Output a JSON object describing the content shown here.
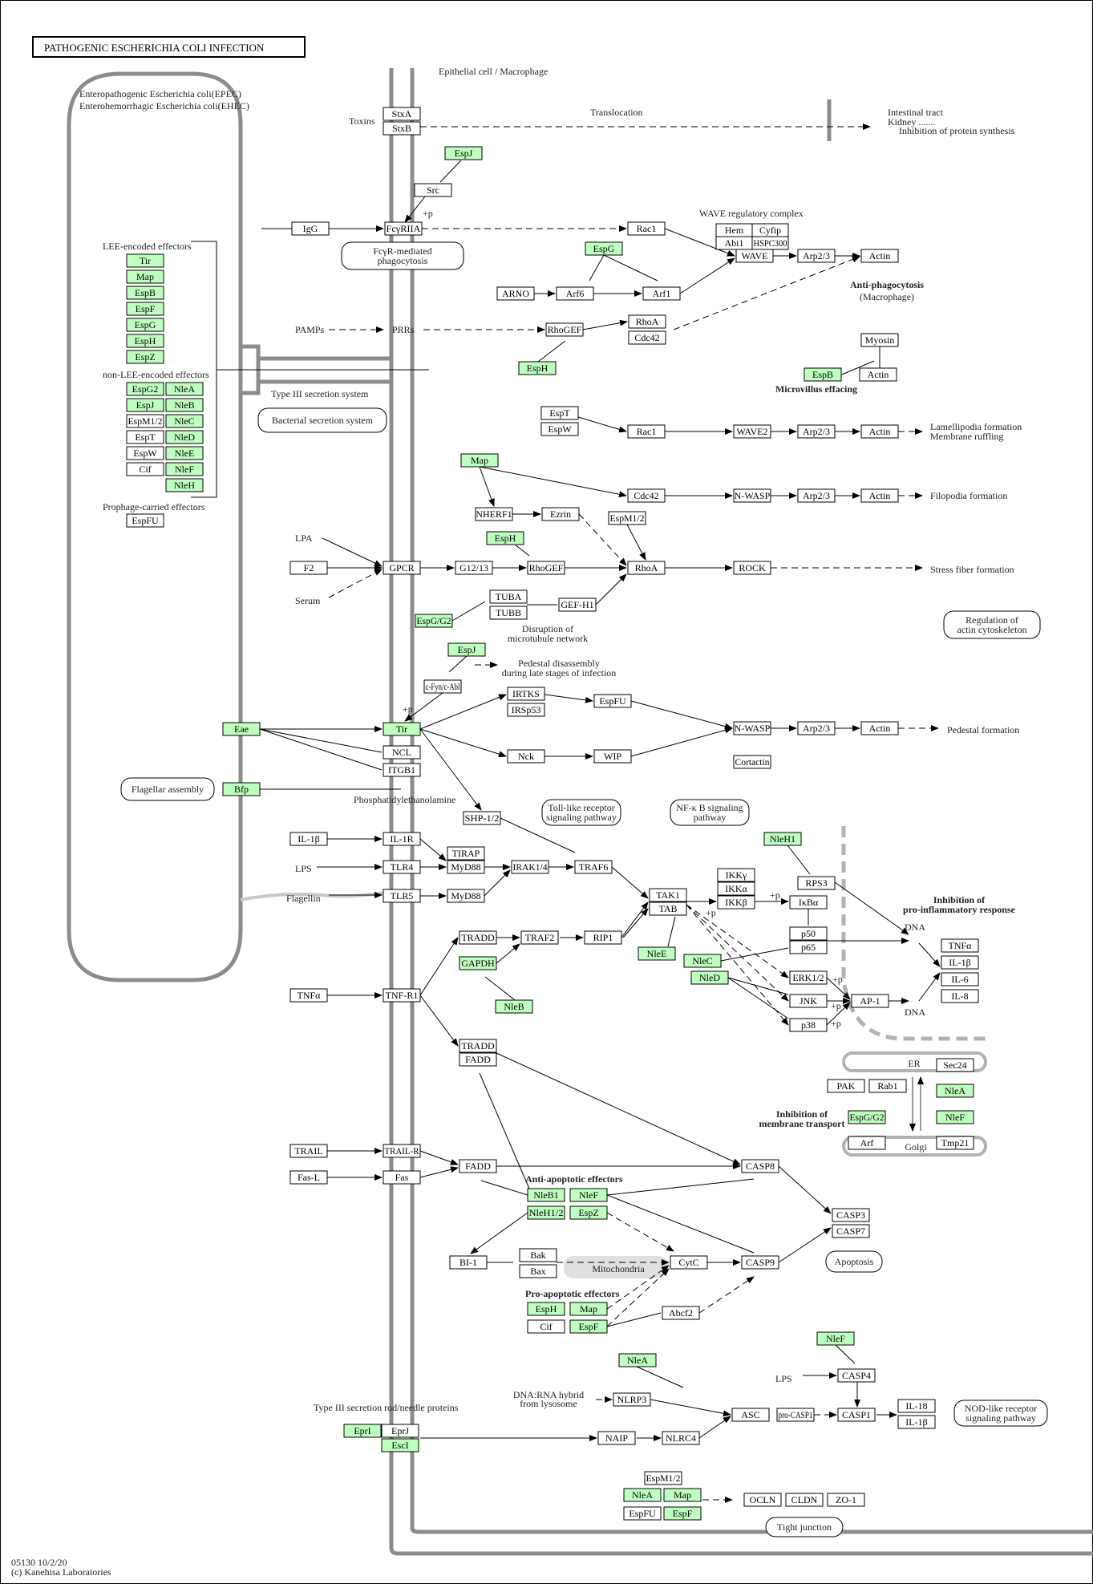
{
  "title": "PATHOGENIC ESCHERICHIA COLI INFECTION",
  "footer": {
    "code": "05130 10/2/20",
    "copyright": "(c) Kanehisa Laboratories"
  },
  "colors": {
    "effector": "#bfffbf",
    "host": "#ffffff",
    "membrane": "#8c8c8c",
    "organelle": "#b3b3b3"
  },
  "labels": [
    {
      "id": "epec",
      "text": "Enteropathogenic Escherichia coli(EPEC)"
    },
    {
      "id": "ehec",
      "text": "Enterohemorrhagic Escherichia coli(EHEC)"
    },
    {
      "id": "cell",
      "text": "Epithelial cell / Macrophage"
    },
    {
      "id": "toxins",
      "text": "Toxins"
    },
    {
      "id": "transloc",
      "text": "Translocation"
    },
    {
      "id": "intestinal",
      "text": "Intestinal tract"
    },
    {
      "id": "kidney",
      "text": "Kidney ......."
    },
    {
      "id": "inhib-prot",
      "text": "Inhibition of protein synthesis"
    },
    {
      "id": "wave-complex",
      "text": "WAVE regulatory complex"
    },
    {
      "id": "anti-phago",
      "text": "Anti-phagocytosis"
    },
    {
      "id": "macrophage",
      "text": "(Macrophage)"
    },
    {
      "id": "lee",
      "text": "LEE-encoded effectors"
    },
    {
      "id": "nonlee",
      "text": "non-LEE-encoded effectors"
    },
    {
      "id": "prophage",
      "text": "Prophage-carried effectors"
    },
    {
      "id": "pamps",
      "text": "PAMPs"
    },
    {
      "id": "prrs",
      "text": "PRRs"
    },
    {
      "id": "t3ss",
      "text": "Type III secretion system"
    },
    {
      "id": "microvillus",
      "text": "Microvillus effacing"
    },
    {
      "id": "lamelli",
      "text": "Lamellipodia formation"
    },
    {
      "id": "ruffling",
      "text": "Membrane ruffling"
    },
    {
      "id": "filopodia",
      "text": "Filopodia formation"
    },
    {
      "id": "lpa",
      "text": "LPA"
    },
    {
      "id": "serum",
      "text": "Serum"
    },
    {
      "id": "stress",
      "text": "Stress fiber formation"
    },
    {
      "id": "disrupt1",
      "text": "Disruption of"
    },
    {
      "id": "disrupt2",
      "text": "microtubule network"
    },
    {
      "id": "pedestal-dis1",
      "text": "Pedestal disassembly"
    },
    {
      "id": "pedestal-dis2",
      "text": "during late stages of infection"
    },
    {
      "id": "pedestal",
      "text": "Pedestal formation"
    },
    {
      "id": "phosphat",
      "text": "Phosphatidylethanolamine"
    },
    {
      "id": "lps1",
      "text": "LPS"
    },
    {
      "id": "flagellin",
      "text": "Flagellin"
    },
    {
      "id": "inhib-inflam1",
      "text": "Inhibition of"
    },
    {
      "id": "inhib-inflam2",
      "text": "pro-inflammatory response"
    },
    {
      "id": "dna1",
      "text": "DNA"
    },
    {
      "id": "dna2",
      "text": "DNA"
    },
    {
      "id": "er",
      "text": "ER"
    },
    {
      "id": "golgi",
      "text": "Golgi"
    },
    {
      "id": "inhib-mem1",
      "text": "Inhibition of"
    },
    {
      "id": "inhib-mem2",
      "text": "membrane transport"
    },
    {
      "id": "anti-apop",
      "text": "Anti-apoptotic effectors"
    },
    {
      "id": "pro-apop",
      "text": "Pro-apoptotic effectors"
    },
    {
      "id": "mito",
      "text": "Mitochondria"
    },
    {
      "id": "t3-needle",
      "text": "Type III secretion rod/needle proteins"
    },
    {
      "id": "dnarna1",
      "text": "DNA:RNA hybrid"
    },
    {
      "id": "dnarna2",
      "text": "from lysosome"
    },
    {
      "id": "lps2",
      "text": "LPS"
    },
    {
      "id": "p1",
      "text": "+p"
    },
    {
      "id": "p2",
      "text": "+p"
    },
    {
      "id": "p3",
      "text": "+p"
    },
    {
      "id": "p4",
      "text": "+p"
    },
    {
      "id": "p5",
      "text": "+p"
    },
    {
      "id": "p6",
      "text": "+p"
    },
    {
      "id": "p7",
      "text": "+p"
    }
  ],
  "pathways": [
    {
      "id": "fcyr",
      "lines": [
        "FcγR-mediated",
        "phagocytosis"
      ]
    },
    {
      "id": "bss",
      "lines": [
        "Bacterial secretion system"
      ]
    },
    {
      "id": "ractin",
      "lines": [
        "Regulation of",
        "actin cytoskeleton"
      ]
    },
    {
      "id": "flag",
      "lines": [
        "Flagellar assembly"
      ]
    },
    {
      "id": "tlr",
      "lines": [
        "Toll-like receptor",
        "signaling pathway"
      ]
    },
    {
      "id": "nfkb",
      "lines": [
        "NF-κ B signaling",
        "pathway"
      ]
    },
    {
      "id": "apop",
      "lines": [
        "Apoptosis"
      ]
    },
    {
      "id": "nod",
      "lines": [
        "NOD-like receptor",
        "signaling pathway"
      ]
    },
    {
      "id": "tight",
      "lines": [
        "Tight junction"
      ]
    }
  ],
  "nodes": [
    {
      "id": "stxa",
      "label": "StxA",
      "eff": false
    },
    {
      "id": "stxb",
      "label": "StxB",
      "eff": false
    },
    {
      "id": "espj1",
      "label": "EspJ",
      "eff": true
    },
    {
      "id": "src",
      "label": "Src",
      "eff": false
    },
    {
      "id": "igg",
      "label": "IgG",
      "eff": false
    },
    {
      "id": "fcyriia",
      "label": "FcγRIIA",
      "eff": false
    },
    {
      "id": "rac1a",
      "label": "Rac1",
      "eff": false
    },
    {
      "id": "hem",
      "label": "Hem",
      "eff": false
    },
    {
      "id": "cyfip",
      "label": "Cyfip",
      "eff": false
    },
    {
      "id": "abi1",
      "label": "Abi1",
      "eff": false
    },
    {
      "id": "hspc",
      "label": "HSPC300",
      "eff": false
    },
    {
      "id": "wave",
      "label": "WAVE",
      "eff": false
    },
    {
      "id": "arp1",
      "label": "Arp2/3",
      "eff": false
    },
    {
      "id": "actin1",
      "label": "Actin",
      "eff": false
    },
    {
      "id": "espg1",
      "label": "EspG",
      "eff": true
    },
    {
      "id": "arno",
      "label": "ARNO",
      "eff": false
    },
    {
      "id": "arf6",
      "label": "Arf6",
      "eff": false
    },
    {
      "id": "arf1",
      "label": "Arf1",
      "eff": false
    },
    {
      "id": "lee-tir",
      "label": "Tir",
      "eff": true
    },
    {
      "id": "lee-map",
      "label": "Map",
      "eff": true
    },
    {
      "id": "lee-espb",
      "label": "EspB",
      "eff": true
    },
    {
      "id": "lee-espf",
      "label": "EspF",
      "eff": true
    },
    {
      "id": "lee-espg",
      "label": "EspG",
      "eff": true
    },
    {
      "id": "lee-esph",
      "label": "EspH",
      "eff": true
    },
    {
      "id": "lee-espz",
      "label": "EspZ",
      "eff": true
    },
    {
      "id": "nl-espg2",
      "label": "EspG2",
      "eff": true
    },
    {
      "id": "nl-nlea",
      "label": "NleA",
      "eff": true
    },
    {
      "id": "nl-espj",
      "label": "EspJ",
      "eff": true
    },
    {
      "id": "nl-nleb",
      "label": "NleB",
      "eff": true
    },
    {
      "id": "nl-espm",
      "label": "EspM1/2",
      "eff": false
    },
    {
      "id": "nl-nlec",
      "label": "NleC",
      "eff": true
    },
    {
      "id": "nl-espt",
      "label": "EspT",
      "eff": false
    },
    {
      "id": "nl-nled",
      "label": "NleD",
      "eff": true
    },
    {
      "id": "nl-espw",
      "label": "EspW",
      "eff": false
    },
    {
      "id": "nl-nlee",
      "label": "NleE",
      "eff": true
    },
    {
      "id": "nl-cif",
      "label": "Cif",
      "eff": false
    },
    {
      "id": "nl-nlef",
      "label": "NleF",
      "eff": true
    },
    {
      "id": "nl-nleh",
      "label": "NleH",
      "eff": true
    },
    {
      "id": "pr-espfu",
      "label": "EspFU",
      "eff": false
    },
    {
      "id": "rhogef1",
      "label": "RhoGEF",
      "eff": false
    },
    {
      "id": "rhoa1",
      "label": "RhoA",
      "eff": false
    },
    {
      "id": "cdc42a",
      "label": "Cdc42",
      "eff": false
    },
    {
      "id": "esph1",
      "label": "EspH",
      "eff": true
    },
    {
      "id": "myosin",
      "label": "Myosin",
      "eff": false
    },
    {
      "id": "actin2",
      "label": "Actin",
      "eff": false
    },
    {
      "id": "espb1",
      "label": "EspB",
      "eff": true
    },
    {
      "id": "espt",
      "label": "EspT",
      "eff": false
    },
    {
      "id": "espw",
      "label": "EspW",
      "eff": false
    },
    {
      "id": "rac1b",
      "label": "Rac1",
      "eff": false
    },
    {
      "id": "wave2",
      "label": "WAVE2",
      "eff": false
    },
    {
      "id": "arp2",
      "label": "Arp2/3",
      "eff": false
    },
    {
      "id": "actin3",
      "label": "Actin",
      "eff": false
    },
    {
      "id": "map1",
      "label": "Map",
      "eff": true
    },
    {
      "id": "cdc42b",
      "label": "Cdc42",
      "eff": false
    },
    {
      "id": "nwasp1",
      "label": "N-WASP",
      "eff": false
    },
    {
      "id": "arp3",
      "label": "Arp2/3",
      "eff": false
    },
    {
      "id": "actin4",
      "label": "Actin",
      "eff": false
    },
    {
      "id": "nherf1",
      "label": "NHERF1",
      "eff": false
    },
    {
      "id": "ezrin",
      "label": "Ezrin",
      "eff": false
    },
    {
      "id": "espm1",
      "label": "EspM1/2",
      "eff": false
    },
    {
      "id": "esph2",
      "label": "EspH",
      "eff": true
    },
    {
      "id": "f2",
      "label": "F2",
      "eff": false
    },
    {
      "id": "gpcr",
      "label": "GPCR",
      "eff": false
    },
    {
      "id": "g1213",
      "label": "G12/13",
      "eff": false
    },
    {
      "id": "rhogef2",
      "label": "RhoGEF",
      "eff": false
    },
    {
      "id": "rhoa2",
      "label": "RhoA",
      "eff": false
    },
    {
      "id": "rock",
      "label": "ROCK",
      "eff": false
    },
    {
      "id": "tuba",
      "label": "TUBA",
      "eff": false
    },
    {
      "id": "tubb",
      "label": "TUBB",
      "eff": false
    },
    {
      "id": "gefh1",
      "label": "GEF-H1",
      "eff": false
    },
    {
      "id": "espgg2",
      "label": "EspG/G2",
      "eff": true
    },
    {
      "id": "espj2",
      "label": "EspJ",
      "eff": true
    },
    {
      "id": "cfyn",
      "label": "c-Fyn/c-Abl",
      "eff": false
    },
    {
      "id": "eae",
      "label": "Eae",
      "eff": true
    },
    {
      "id": "tir",
      "label": "Tir",
      "eff": true
    },
    {
      "id": "ncl",
      "label": "NCL",
      "eff": false
    },
    {
      "id": "itgb1",
      "label": "ITGB1",
      "eff": false
    },
    {
      "id": "bfp",
      "label": "Bfp",
      "eff": true
    },
    {
      "id": "irtks",
      "label": "IRTKS",
      "eff": false
    },
    {
      "id": "irsp53",
      "label": "IRSp53",
      "eff": false
    },
    {
      "id": "espfu",
      "label": "EspFU",
      "eff": false
    },
    {
      "id": "nck",
      "label": "Nck",
      "eff": false
    },
    {
      "id": "wip",
      "label": "WIP",
      "eff": false
    },
    {
      "id": "nwasp2",
      "label": "N-WASP",
      "eff": false
    },
    {
      "id": "arp4",
      "label": "Arp2/3",
      "eff": false
    },
    {
      "id": "actin5",
      "label": "Actin",
      "eff": false
    },
    {
      "id": "cortactin",
      "label": "Cortactin",
      "eff": false
    },
    {
      "id": "shp",
      "label": "SHP-1/2",
      "eff": false
    },
    {
      "id": "il1b",
      "label": "IL-1β",
      "eff": false
    },
    {
      "id": "il1r",
      "label": "IL-1R",
      "eff": false
    },
    {
      "id": "tlr4",
      "label": "TLR4",
      "eff": false
    },
    {
      "id": "tlr5",
      "label": "TLR5",
      "eff": false
    },
    {
      "id": "tirap",
      "label": "TIRAP",
      "eff": false
    },
    {
      "id": "myd88a",
      "label": "MyD88",
      "eff": false
    },
    {
      "id": "myd88b",
      "label": "MyD88",
      "eff": false
    },
    {
      "id": "irak",
      "label": "IRAK1/4",
      "eff": false
    },
    {
      "id": "traf6",
      "label": "TRAF6",
      "eff": false
    },
    {
      "id": "tak1",
      "label": "TAK1",
      "eff": false
    },
    {
      "id": "tab",
      "label": "TAB",
      "eff": false
    },
    {
      "id": "nlee",
      "label": "NleE",
      "eff": true
    },
    {
      "id": "ikkg",
      "label": "IKKγ",
      "eff": false
    },
    {
      "id": "ikka",
      "label": "IKKα",
      "eff": false
    },
    {
      "id": "ikkb",
      "label": "IKKβ",
      "eff": false
    },
    {
      "id": "nleh1",
      "label": "NleH1",
      "eff": true
    },
    {
      "id": "rps3",
      "label": "RPS3",
      "eff": false
    },
    {
      "id": "ikba",
      "label": "IκBα",
      "eff": false
    },
    {
      "id": "p50",
      "label": "p50",
      "eff": false
    },
    {
      "id": "p65",
      "label": "p65",
      "eff": false
    },
    {
      "id": "nlec",
      "label": "NleC",
      "eff": true
    },
    {
      "id": "nled",
      "label": "NleD",
      "eff": true
    },
    {
      "id": "erk",
      "label": "ERK1/2",
      "eff": false
    },
    {
      "id": "jnk",
      "label": "JNK",
      "eff": false
    },
    {
      "id": "p38",
      "label": "p38",
      "eff": false
    },
    {
      "id": "ap1",
      "label": "AP-1",
      "eff": false
    },
    {
      "id": "tnfa2",
      "label": "TNFα",
      "eff": false
    },
    {
      "id": "il1b2",
      "label": "IL-1β",
      "eff": false
    },
    {
      "id": "il6",
      "label": "IL-6",
      "eff": false
    },
    {
      "id": "il8",
      "label": "IL-8",
      "eff": false
    },
    {
      "id": "tnfa",
      "label": "TNFα",
      "eff": false
    },
    {
      "id": "tnfr1",
      "label": "TNF-R1",
      "eff": false
    },
    {
      "id": "tradd1",
      "label": "TRADD",
      "eff": false
    },
    {
      "id": "traf2",
      "label": "TRAF2",
      "eff": false
    },
    {
      "id": "rip1",
      "label": "RIP1",
      "eff": false
    },
    {
      "id": "gapdh",
      "label": "GAPDH",
      "eff": true
    },
    {
      "id": "nleb",
      "label": "NleB",
      "eff": true
    },
    {
      "id": "tradd2",
      "label": "TRADD",
      "eff": false
    },
    {
      "id": "fadd1",
      "label": "FADD",
      "eff": false
    },
    {
      "id": "sec24",
      "label": "Sec24",
      "eff": false
    },
    {
      "id": "nlea1",
      "label": "NleA",
      "eff": true
    },
    {
      "id": "pak",
      "label": "PAK",
      "eff": false
    },
    {
      "id": "rab1",
      "label": "Rab1",
      "eff": false
    },
    {
      "id": "espgg2b",
      "label": "EspG/G2",
      "eff": true
    },
    {
      "id": "nlef1",
      "label": "NleF",
      "eff": true
    },
    {
      "id": "arf",
      "label": "Arf",
      "eff": false
    },
    {
      "id": "tmp21",
      "label": "Tmp21",
      "eff": false
    },
    {
      "id": "trail",
      "label": "TRAIL",
      "eff": false
    },
    {
      "id": "trailr",
      "label": "TRAIL-R",
      "eff": false
    },
    {
      "id": "fasl",
      "label": "Fas-L",
      "eff": false
    },
    {
      "id": "fas",
      "label": "Fas",
      "eff": false
    },
    {
      "id": "fadd2",
      "label": "FADD",
      "eff": false
    },
    {
      "id": "casp8",
      "label": "CASP8",
      "eff": false
    },
    {
      "id": "nleb1",
      "label": "NleB1",
      "eff": true
    },
    {
      "id": "nlef2",
      "label": "NleF",
      "eff": true
    },
    {
      "id": "nleh12",
      "label": "NleH1/2",
      "eff": true
    },
    {
      "id": "espz",
      "label": "EspZ",
      "eff": true
    },
    {
      "id": "casp3",
      "label": "CASP3",
      "eff": false
    },
    {
      "id": "casp7",
      "label": "CASP7",
      "eff": false
    },
    {
      "id": "bi1",
      "label": "BI-1",
      "eff": false
    },
    {
      "id": "bak",
      "label": "Bak",
      "eff": false
    },
    {
      "id": "bax",
      "label": "Bax",
      "eff": false
    },
    {
      "id": "cytc",
      "label": "CytC",
      "eff": false
    },
    {
      "id": "casp9",
      "label": "CASP9",
      "eff": false
    },
    {
      "id": "esph3",
      "label": "EspH",
      "eff": true
    },
    {
      "id": "map2",
      "label": "Map",
      "eff": true
    },
    {
      "id": "cif",
      "label": "Cif",
      "eff": false
    },
    {
      "id": "espf1",
      "label": "EspF",
      "eff": true
    },
    {
      "id": "abcf2",
      "label": "Abcf2",
      "eff": false
    },
    {
      "id": "nlea2",
      "label": "NleA",
      "eff": true
    },
    {
      "id": "nlef3",
      "label": "NleF",
      "eff": true
    },
    {
      "id": "casp4",
      "label": "CASP4",
      "eff": false
    },
    {
      "id": "nlrp3",
      "label": "NLRP3",
      "eff": false
    },
    {
      "id": "asc",
      "label": "ASC",
      "eff": false
    },
    {
      "id": "procasp1",
      "label": "pro-CASP1",
      "eff": false
    },
    {
      "id": "casp1",
      "label": "CASP1",
      "eff": false
    },
    {
      "id": "il18",
      "label": "IL-18",
      "eff": false
    },
    {
      "id": "il1b3",
      "label": "IL-1β",
      "eff": false
    },
    {
      "id": "epri",
      "label": "EprI",
      "eff": true
    },
    {
      "id": "eprj",
      "label": "EprJ",
      "eff": false
    },
    {
      "id": "esci",
      "label": "EscI",
      "eff": true
    },
    {
      "id": "naip",
      "label": "NAIP",
      "eff": false
    },
    {
      "id": "nlrc4",
      "label": "NLRC4",
      "eff": false
    },
    {
      "id": "espm2",
      "label": "EspM1/2",
      "eff": false
    },
    {
      "id": "nlea3",
      "label": "NleA",
      "eff": true
    },
    {
      "id": "map3",
      "label": "Map",
      "eff": true
    },
    {
      "id": "espfu2",
      "label": "EspFU",
      "eff": false
    },
    {
      "id": "espf2",
      "label": "EspF",
      "eff": true
    },
    {
      "id": "ocln",
      "label": "OCLN",
      "eff": false
    },
    {
      "id": "cldn",
      "label": "CLDN",
      "eff": false
    },
    {
      "id": "zo1",
      "label": "ZO-1",
      "eff": false
    }
  ]
}
